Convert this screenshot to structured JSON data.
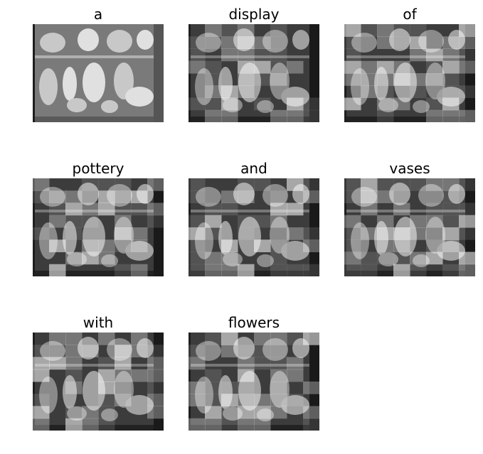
{
  "panels": [
    {
      "word": "a"
    },
    {
      "word": "display"
    },
    {
      "word": "of"
    },
    {
      "word": "pottery"
    },
    {
      "word": "and"
    },
    {
      "word": "vases"
    },
    {
      "word": "with"
    },
    {
      "word": "flowers"
    }
  ]
}
